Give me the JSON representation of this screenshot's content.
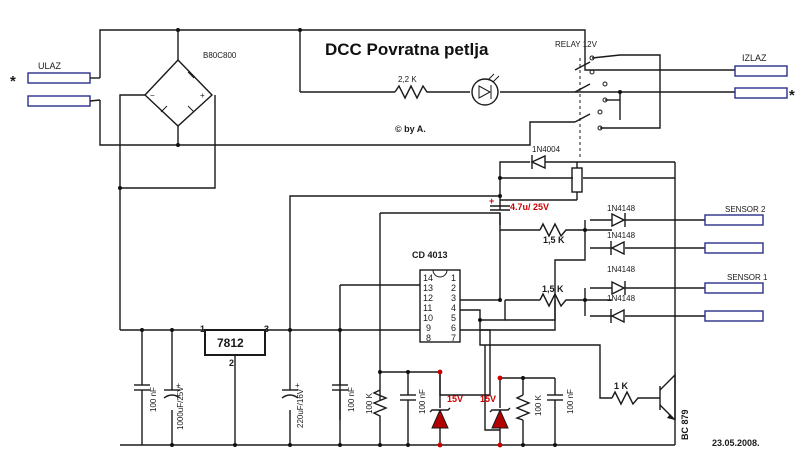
{
  "title": "DCC  Povratna petlja",
  "credit": "© by A.",
  "date": "23.05.2008.",
  "connectors": {
    "input": "ULAZ",
    "output": "IZLAZ",
    "sensor2": "SENSOR 2",
    "sensor1": "SENSOR 1",
    "star": "*"
  },
  "components": {
    "bridge": "B80C800",
    "relay": "RELAY 12V",
    "r_led": "2,2 K",
    "diode_relay": "1N4004",
    "cap_relay": "4.7u/ 25V",
    "r_s2": "1,5 K",
    "r_s1": "1,5 K",
    "diode_a": "1N4148",
    "diode_b": "1N4148",
    "diode_c": "1N4148",
    "diode_d": "1N4148",
    "ic": "CD 4013",
    "regulator": "7812",
    "reg_pin1": "1",
    "reg_pin2": "2",
    "reg_pin3": "3",
    "c1": "100 nF",
    "c2": "1000uF/25V",
    "c3": "220uF/16V",
    "c4": "100 nF",
    "r_left": "100 K",
    "c_left": "100 nF",
    "z_left": "15V",
    "z_right": "15V",
    "r_right": "100 K",
    "c_right": "100 nF",
    "r_base": "1 K",
    "transistor": "BC 879"
  },
  "ic_pins": {
    "left": [
      "14",
      "13",
      "12",
      "11",
      "10",
      "9",
      "8"
    ],
    "right": [
      "1",
      "2",
      "3",
      "4",
      "5",
      "6",
      "7"
    ]
  }
}
